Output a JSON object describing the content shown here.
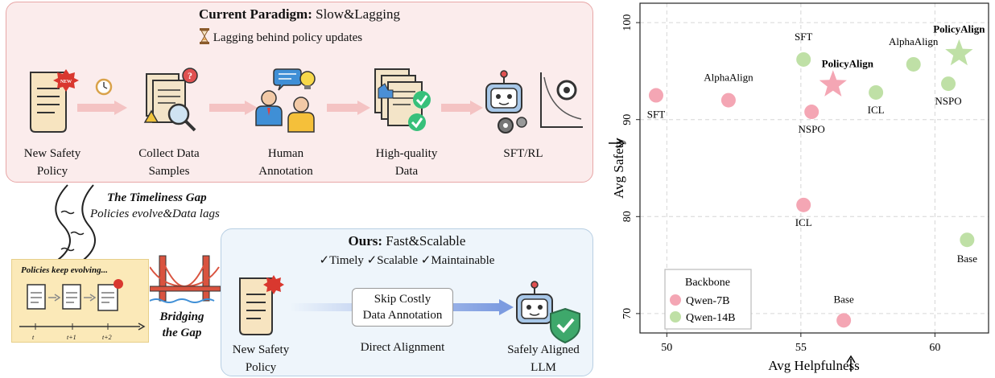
{
  "top_panel": {
    "title_bold": "Current Paradigm:",
    "title_rest": "Slow&Lagging",
    "subtitle": "Lagging behind policy updates",
    "steps": [
      {
        "line1": "New Safety",
        "line2": "Policy"
      },
      {
        "line1": "Collect Data",
        "line2": "Samples"
      },
      {
        "line1": "Human",
        "line2": "Annotation"
      },
      {
        "line1": "High-quality",
        "line2": "Data"
      },
      {
        "line1": "SFT/RL",
        "line2": ""
      }
    ],
    "new_badge": "NEW"
  },
  "gap": {
    "title": "The Timeliness Gap",
    "subtitle": "Policies evolve&Data lags",
    "bridge_line1": "Bridging",
    "bridge_line2": "the Gap",
    "note_title": "Policies keep evolving...",
    "timeline_ticks": [
      "t",
      "t+1",
      "t+2"
    ]
  },
  "bottom_panel": {
    "title_bold": "Ours:",
    "title_rest": "Fast&Scalable",
    "features": "✓Timely ✓Scalable ✓Maintainable",
    "left_line1": "New Safety",
    "left_line2": "Policy",
    "skip_line1": "Skip Costly",
    "skip_line2": "Data Annotation",
    "direct": "Direct Alignment",
    "right_line1": "Safely Aligned",
    "right_line2": "LLM"
  },
  "colors": {
    "pink": "#f4a6b4",
    "green": "#bfe0a6",
    "top_bg": "#fbecec",
    "bottom_bg": "#eef5fb"
  },
  "chart_data": {
    "type": "scatter",
    "xlabel": "Avg Helpfulness",
    "ylabel": "Avg Safety",
    "xlim": [
      49,
      62
    ],
    "ylim": [
      68,
      102
    ],
    "xticks": [
      50,
      55,
      60
    ],
    "yticks": [
      70,
      80,
      90,
      100
    ],
    "grid": true,
    "legend_title": "Backbone",
    "legend_position": "bottom-left",
    "series": [
      {
        "name": "Qwen-7B",
        "color": "#f4a6b4",
        "points": [
          {
            "label": "SFT",
            "x": 49.6,
            "y": 92.5
          },
          {
            "label": "AlphaAlign",
            "x": 52.3,
            "y": 92.0
          },
          {
            "label": "NSPO",
            "x": 55.4,
            "y": 90.8
          },
          {
            "label": "ICL",
            "x": 55.1,
            "y": 81.2
          },
          {
            "label": "Base",
            "x": 56.6,
            "y": 69.3
          },
          {
            "label": "PolicyAlign",
            "x": 56.2,
            "y": 93.6,
            "marker": "star"
          }
        ]
      },
      {
        "name": "Qwen-14B",
        "color": "#bfe0a6",
        "points": [
          {
            "label": "SFT",
            "x": 55.1,
            "y": 96.2
          },
          {
            "label": "AlphaAlign",
            "x": 59.2,
            "y": 95.7
          },
          {
            "label": "ICL",
            "x": 57.8,
            "y": 92.8
          },
          {
            "label": "NSPO",
            "x": 60.5,
            "y": 93.7
          },
          {
            "label": "Base",
            "x": 61.2,
            "y": 77.6
          },
          {
            "label": "PolicyAlign",
            "x": 60.9,
            "y": 96.8,
            "marker": "star"
          }
        ]
      }
    ]
  }
}
